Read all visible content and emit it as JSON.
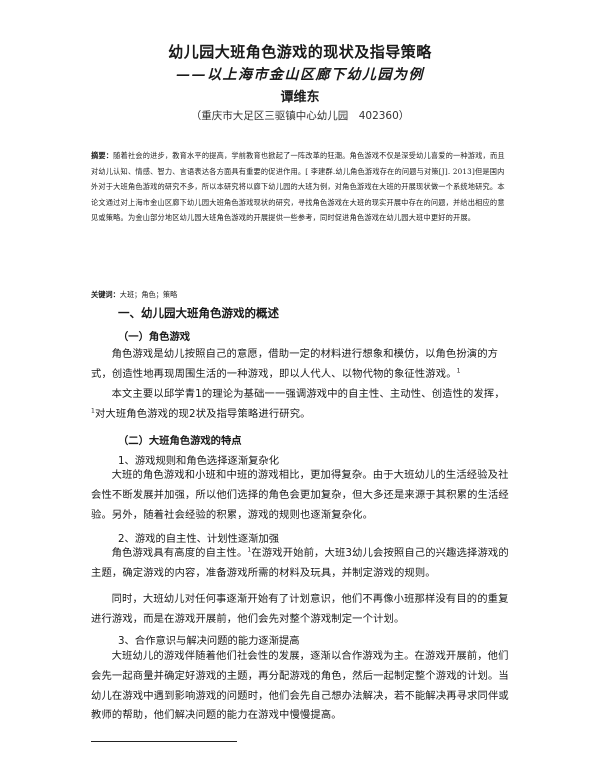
{
  "paper": {
    "title": "幼儿园大班角色游戏的现状及指导策略",
    "subtitle": "——以上海市金山区廊下幼儿园为例",
    "author": "谭维东",
    "affiliation": "（重庆市大足区三驱镇中心幼儿园　402360）"
  },
  "abstract": {
    "label": "摘要：",
    "text": "随着社会的进步，教育水平的提高，学前教育也掀起了一阵改革的狂潮。角色游戏不仅是深受幼儿喜爱的一种游戏，而且对幼儿认知、情感、智力、言语表达各方面具有重要的促进作用。[ 李建群.幼儿角色游戏存在的问题与对策[J]. 2013]但是国内外对于大班角色游戏的研究不多，所以本研究将以廊下幼儿园的大班为例，对角色游戏在大班的开展现状做一个系统地研究。本论文通过对上海市金山区廊下幼儿园大班角色游戏现状的研究，寻找角色游戏在大班的现实开展中存在的问题，并给出相应的意见或策略。为金山部分地区幼儿园大班角色游戏的开展提供一些参考，同时促进角色游戏在幼儿园大班中更好的开展。"
  },
  "keywords": {
    "label": "关键词：",
    "text": "大班；角色；策略"
  },
  "sections": {
    "s1": "一、幼儿园大班角色游戏的概述",
    "s1_1": "（一）角色游戏",
    "p1": "角色游戏是幼儿按照自己的意愿，借助一定的材料进行想象和模仿，以角色扮演的方式，创造性地再现周围生活的一种游戏，即以人代人、以物代物的象征性游戏。",
    "p1_sup": "1",
    "p2": "本文主要以邱学青1的理论为基础一一强调游戏中的自主性、主动性、创造性的发挥，",
    "p2_sup": "1",
    "p2b": "对大班角色游戏的现2状及指导策略进行研究。",
    "s1_2": "（二）大班角色游戏的特点",
    "s1_2_1": "1、游戏规则和角色选择逐渐复杂化",
    "p3": "大班的角色游戏和小班和中班的游戏相比，更加得复杂。由于大班幼儿的生活经验及社会性不断发展并加强，所以他们选择的角色会更加复杂，但大多还是来源于其积累的生活经验。另外，随着社会经验的积累，游戏的规则也逐渐复杂化。",
    "s1_2_2": "2、游戏的自主性、计划性逐渐加强",
    "p4a": "角色游戏具有高度的自主性。",
    "p4_sup": "1",
    "p4b": "在游戏开始前，大班3幼儿会按照自己的兴趣选择游戏的主题，确定游戏的内容，准备游戏所需的材料及玩具，并制定游戏的规则。",
    "p5": "同时，大班幼儿对任何事逐渐开始有了计划意识，他们不再像小班那样没有目的的重复进行游戏，而是在游戏开展前，他们会先对整个游戏制定一个计划。",
    "s1_2_3": "3、合作意识与解决问题的能力逐渐提高",
    "p6": "大班幼儿的游戏伴随着他们社会性的发展，逐渐以合作游戏为主。在游戏开展前，他们会先一起商量并确定好游戏的主题，再分配游戏的角色，然后一起制定整个游戏的计划。当幼儿在游戏中遇到影响游戏的问题时，他们会先自己想办法解决，若不能解决再寻求同伴或教师的帮助，他们解决问题的能力在游戏中慢慢提高。"
  }
}
